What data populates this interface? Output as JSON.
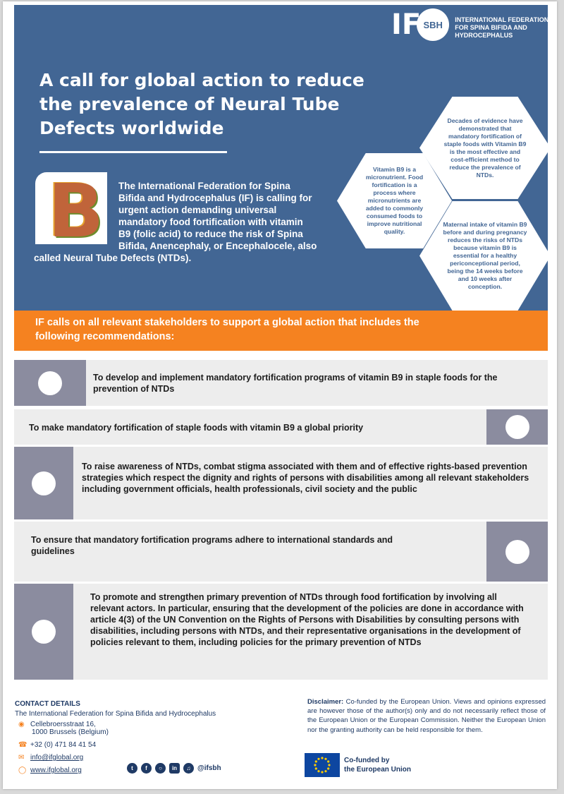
{
  "logo": {
    "mark_if": "IF",
    "mark_sbh": "SBH",
    "name": "INTERNATIONAL FEDERATION FOR SPINA BIFIDA AND HYDROCEPHALUS"
  },
  "hero": {
    "title": "A call for global action to reduce the prevalence of Neural Tube Defects worldwide",
    "b_letter": "B",
    "intro": "The International Federation for Spina Bifida and Hydrocephalus (IF) is calling for urgent action demanding universal mandatory food fortification with vitamin B9 (folic acid) to reduce the risk of Spina Bifida, Anencephaly, or Encephalocele, also called Neural Tube Defects (NTDs)."
  },
  "hexagons": {
    "vitamin": "Vitamin B9 is a micronutrient. Food fortification is a process where micronutrients are added to commonly consumed foods to improve nutritional quality.",
    "evidence": "Decades of evidence have demonstrated that mandatory fortification of staple foods with Vitamin B9 is the most effective and cost-efficient method to reduce the prevalence of NTDs.",
    "maternal": "Maternal intake of vitamin B9 before and during pregnancy reduces the risks of NTDs because vitamin B9 is essential for a healthy periconceptional period, being the 14 weeks before and 10 weeks after conception."
  },
  "call": {
    "text": "IF calls on all relevant stakeholders to support a global action that includes the following recommendations:"
  },
  "recommendations": [
    "To develop and implement mandatory fortification programs of vitamin B9 in staple foods for the prevention of NTDs",
    "To make mandatory fortification of staple foods with vitamin B9 a global priority",
    "To raise awareness of NTDs, combat stigma associated with them and of effective rights-based prevention strategies which respect the dignity and rights of persons with disabilities among all relevant stakeholders including government officials, health professionals, civil society and the public",
    "To ensure that mandatory fortification programs adhere to international standards and guidelines",
    "To promote and strengthen primary prevention of NTDs through food fortification by involving all relevant actors. In particular, ensuring that the development of the policies are done in accordance with article 4(3) of the UN Convention on the Rights of Persons with Disabilities by consulting persons with disabilities, including persons with NTDs, and their representative organisations in the development of policies relevant to them, including policies for the primary prevention of NTDs"
  ],
  "contact": {
    "heading": "CONTACT DETAILS",
    "org": "The International Federation for Spina Bifida and Hydrocephalus",
    "address_line1": "Cellebroersstraat 16,",
    "address_line2": "1000 Brussels (Belgium)",
    "phone": "+32 (0) 471 84 41 54",
    "email": "info@ifglobal.org",
    "website": "www.ifglobal.org",
    "social_handle": "@ifsbh"
  },
  "disclaimer": {
    "label": "Disclaimer:",
    "text": "Co-funded by the European Union. Views and opinions expressed are however those of the author(s) only and do not necessarily reflect those of the European Union or the European Commission. Neither the European Union nor the granting authority can be held responsible for them."
  },
  "eu": {
    "line1": "Co-funded by",
    "line2": "the European Union"
  },
  "colors": {
    "brand_blue": "#426694",
    "accent_orange": "#f58220",
    "marker_gray": "#8b8c9f"
  }
}
